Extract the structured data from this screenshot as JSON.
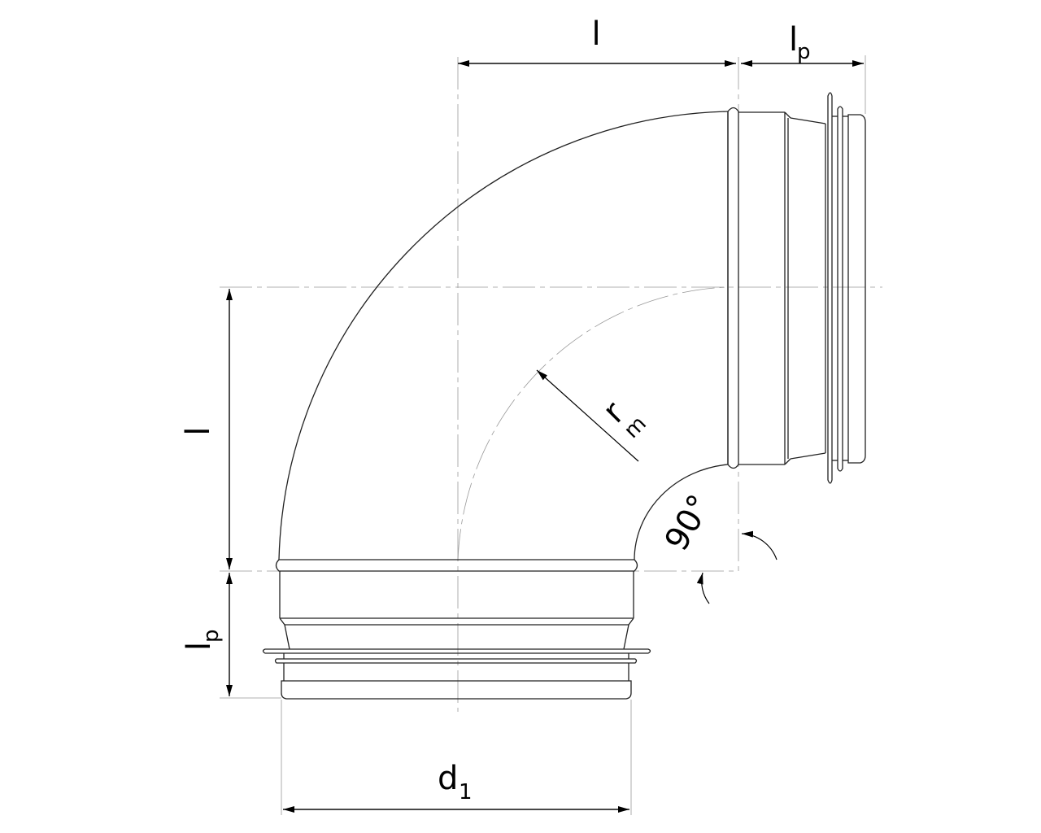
{
  "drawing": {
    "labels": {
      "length_top": "l",
      "spigot_top": "l",
      "spigot_top_sub": "p",
      "length_left": "l",
      "spigot_left": "l",
      "spigot_left_sub": "p",
      "radius": "r",
      "radius_sub": "m",
      "angle": "90°",
      "diameter": "d",
      "diameter_sub": "1"
    },
    "colors": {
      "outline": "#222222",
      "centerline": "#999999",
      "dimension": "#000000"
    }
  }
}
